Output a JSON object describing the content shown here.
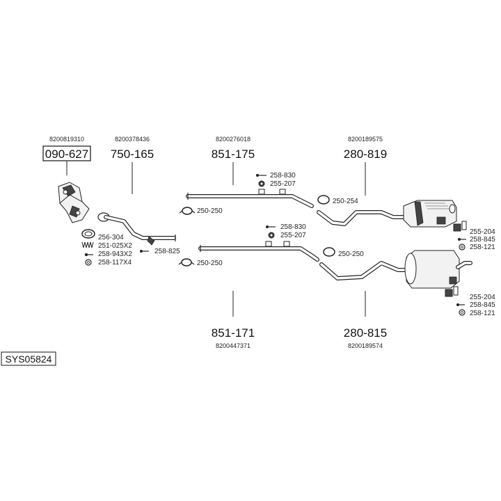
{
  "diagram_id": "SYS05824",
  "parts": {
    "catalyst": {
      "number": "090-627",
      "oem": "8200819310"
    },
    "front_pipe": {
      "number": "750-165",
      "oem": "8200378436"
    },
    "mid_pipe_top": {
      "number": "851-175",
      "oem": "8200276018"
    },
    "rear_silencer_top": {
      "number": "280-819",
      "oem": "8200189575"
    },
    "mid_pipe_bottom": {
      "number": "851-171",
      "oem": "8200447371"
    },
    "rear_silencer_bottom": {
      "number": "280-815",
      "oem": "8200189574"
    }
  },
  "fittings": {
    "cat_gasket": "256-304",
    "cat_spring": "251-025X2",
    "cat_bolt": "258-943X2",
    "cat_washer": "258-117X4",
    "front_bolt": "258-825",
    "clamp_top_left": "250-250",
    "clamp_top_right": "250-254",
    "clamp_bottom_left": "250-250",
    "clamp_bottom_right": "250-250",
    "mid_top_bolt": "258-830",
    "mid_top_rubber": "255-207",
    "mid_bottom_bolt": "258-830",
    "mid_bottom_rubber": "255-207",
    "rear_top_rubber": "255-204",
    "rear_top_bolt": "258-845",
    "rear_top_washer": "258-121",
    "rear_bottom_rubber": "255-204",
    "rear_bottom_bolt": "258-845",
    "rear_bottom_washer": "258-121"
  }
}
